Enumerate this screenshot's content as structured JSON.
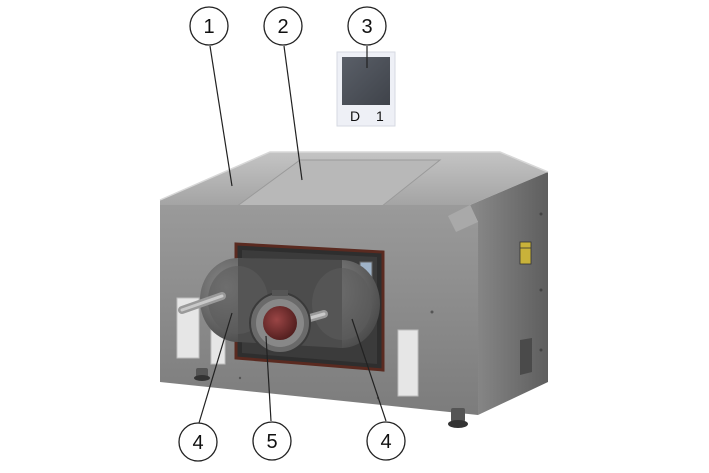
{
  "figure": {
    "callouts": [
      {
        "id": "c1",
        "label": "1"
      },
      {
        "id": "c2",
        "label": "2"
      },
      {
        "id": "c3",
        "label": "3"
      },
      {
        "id": "c4a",
        "label": "4"
      },
      {
        "id": "c5",
        "label": "5"
      },
      {
        "id": "c4b",
        "label": "4"
      }
    ],
    "detail_plate": {
      "left_text": "D",
      "right_text": "1"
    }
  },
  "colors": {
    "body": "#8a8a8a",
    "body_dark": "#6f6f6f",
    "top": "#b3b3b3",
    "frame": "#5a2a20",
    "lens": "#7a2e2e",
    "plate": "#4e525a"
  }
}
